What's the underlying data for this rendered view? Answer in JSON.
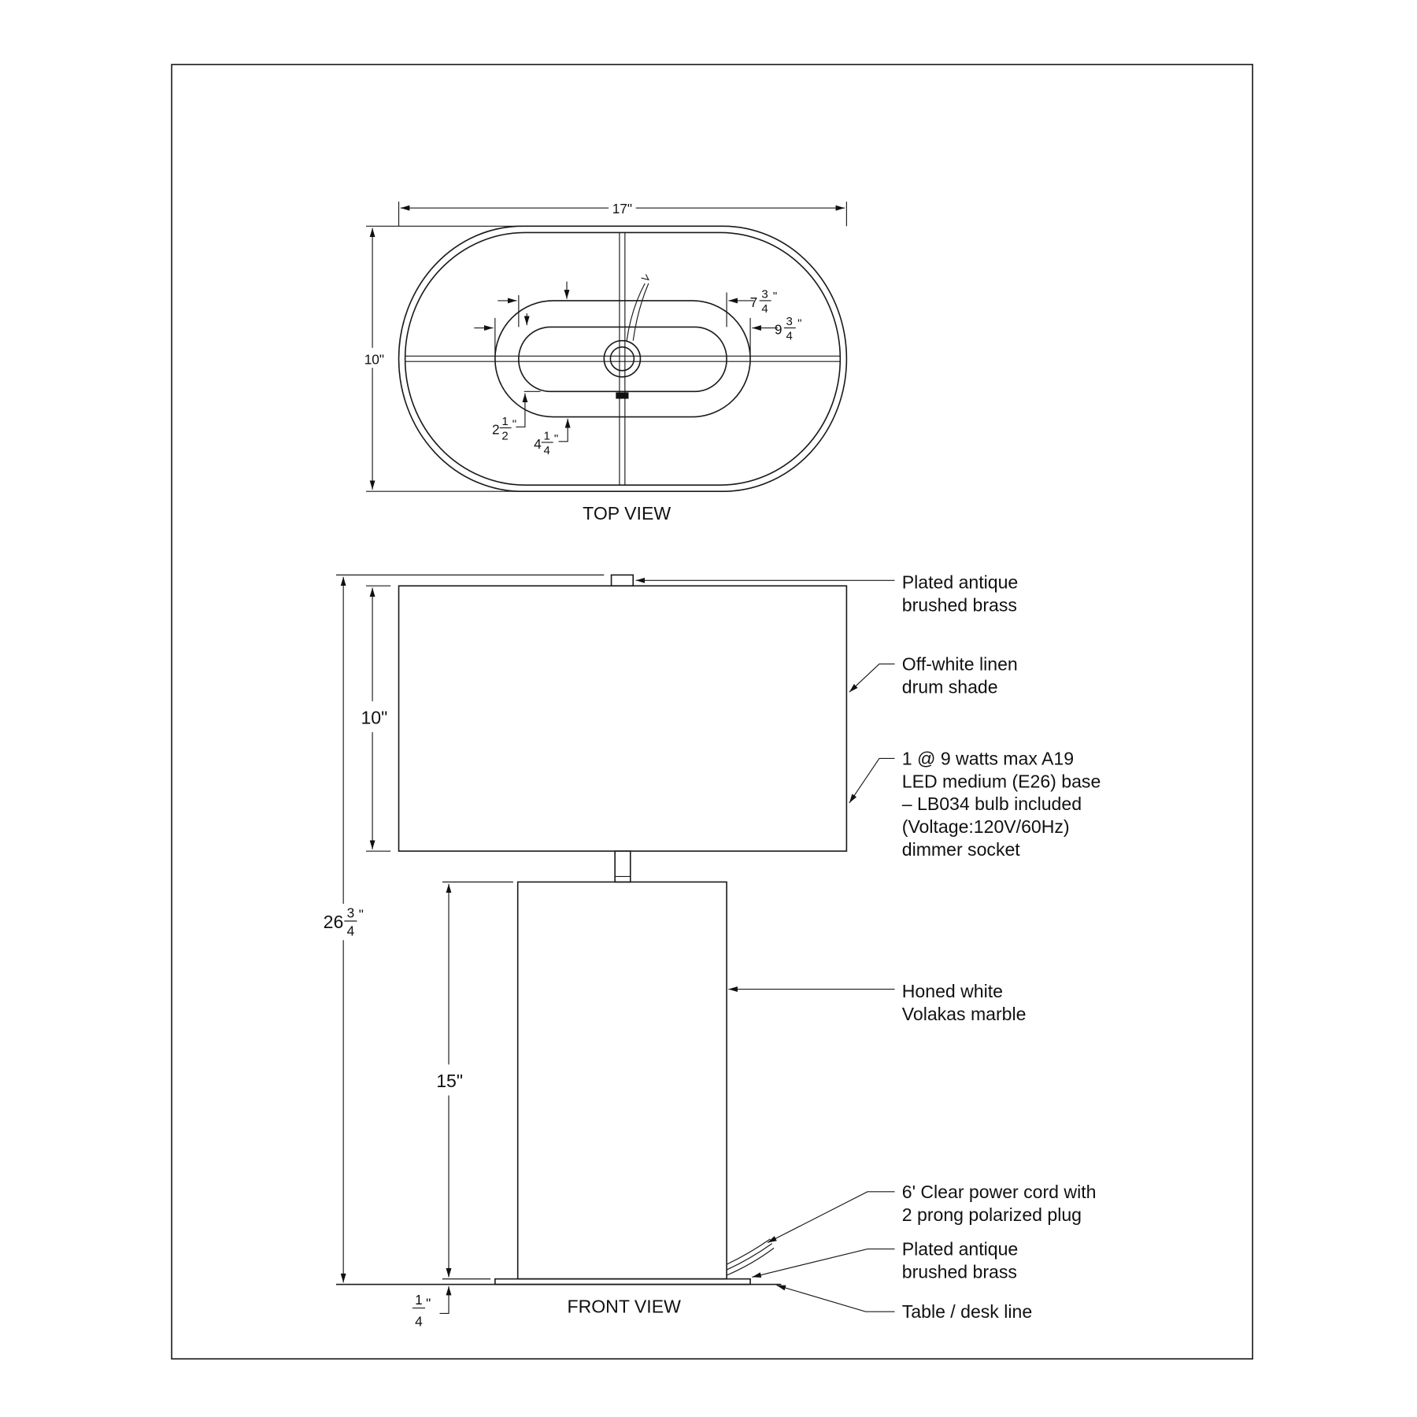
{
  "top_view": {
    "title": "TOP VIEW",
    "width_dim": "17\"",
    "depth_dim": "10\"",
    "dims": [
      {
        "whole": "7",
        "num": "3",
        "den": "4"
      },
      {
        "whole": "9",
        "num": "3",
        "den": "4"
      },
      {
        "whole": "2",
        "num": "1",
        "den": "2"
      },
      {
        "whole": "4",
        "num": "1",
        "den": "4"
      }
    ]
  },
  "front_view": {
    "title": "FRONT VIEW",
    "overall_height": {
      "whole": "26",
      "num": "3",
      "den": "4"
    },
    "shade_height": "10\"",
    "base_height": "15\"",
    "plinth_height": {
      "num": "1",
      "den": "4"
    }
  },
  "callouts": [
    {
      "lines": [
        "Plated antique",
        "brushed brass"
      ]
    },
    {
      "lines": [
        "Off-white linen",
        "drum shade"
      ]
    },
    {
      "lines": [
        "1 @ 9 watts max A19",
        "LED medium (E26) base",
        "– LB034 bulb included",
        "(Voltage:120V/60Hz)",
        "dimmer socket"
      ]
    },
    {
      "lines": [
        "Honed white",
        "Volakas marble"
      ]
    },
    {
      "lines": [
        "6' Clear power cord with",
        "2 prong polarized plug"
      ]
    },
    {
      "lines": [
        "Plated antique",
        "brushed brass"
      ]
    },
    {
      "lines": [
        "Table / desk line"
      ]
    }
  ]
}
